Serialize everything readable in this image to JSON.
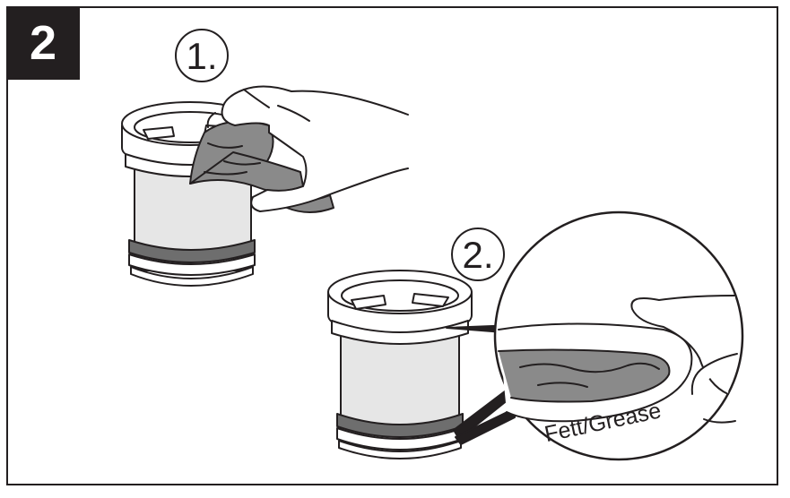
{
  "step": {
    "number": "2"
  },
  "substeps": [
    {
      "label": "1."
    },
    {
      "label": "2."
    }
  ],
  "callout": {
    "label": "Fett/Grease"
  },
  "colors": {
    "ink": "#231f20",
    "grease": "#8a8a8a",
    "filter_body": "#e6e6e6",
    "seal": "#6e6e6e",
    "paper": "#ffffff"
  }
}
